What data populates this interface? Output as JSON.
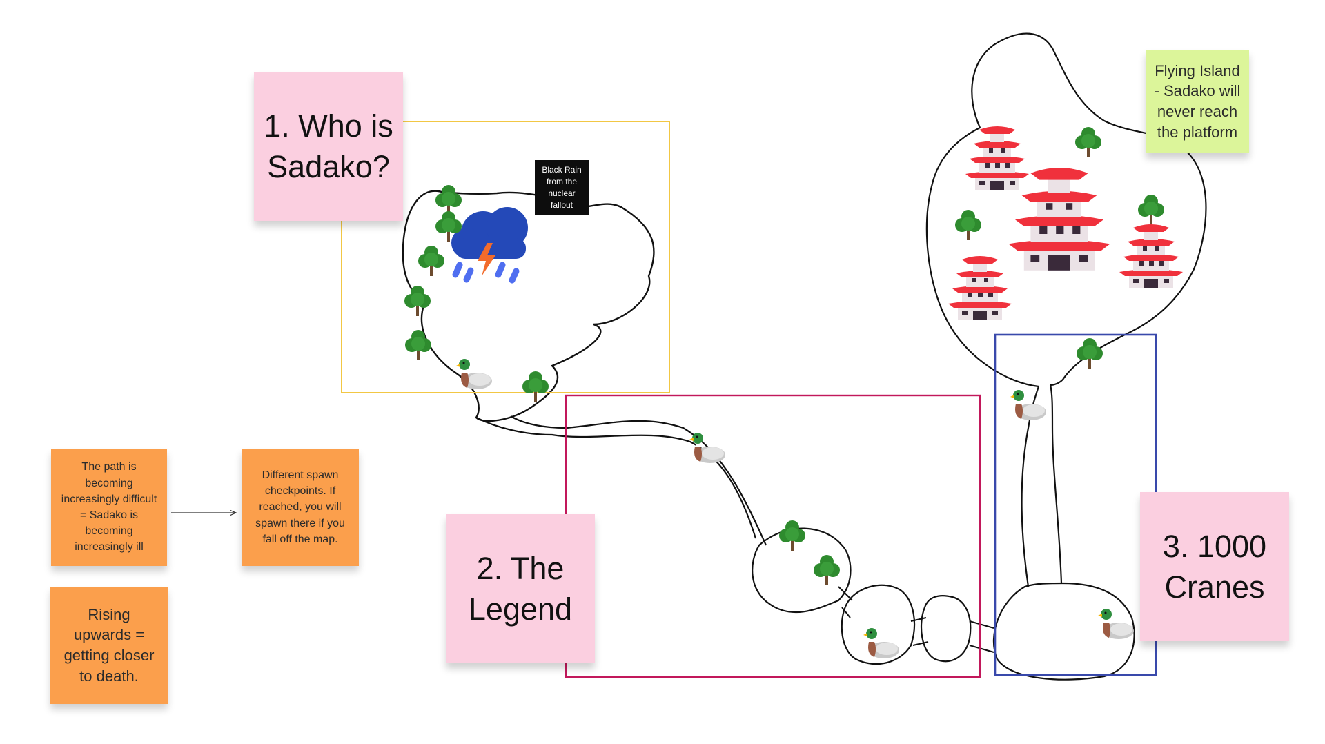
{
  "stickies": {
    "who_is_sadako": "1. Who is Sadako?",
    "the_legend": "2. The Legend",
    "cranes": "3. 1000 Cranes",
    "flying_island": "Flying Island - Sadako will never reach the platform",
    "path_difficult": "The path is becoming increasingly difficult = Sadako is becoming increasingly ill",
    "spawn_checkpoints": "Different spawn checkpoints. If reached, you will spawn there if you fall off the map.",
    "rising_upwards": "Rising upwards = getting closer to death."
  },
  "black_rain_note": "Black Rain from the nuclear fallout",
  "colors": {
    "frame_yellow": "#f2c744",
    "frame_magenta": "#c2185b",
    "frame_blue": "#3949ab",
    "pink": "#fbcfe0",
    "orange": "#fb9f4c",
    "green": "#dcf59a"
  },
  "icons": [
    "tree-icon",
    "duck-icon",
    "storm-cloud-icon",
    "pagoda-icon",
    "arrow-icon"
  ]
}
